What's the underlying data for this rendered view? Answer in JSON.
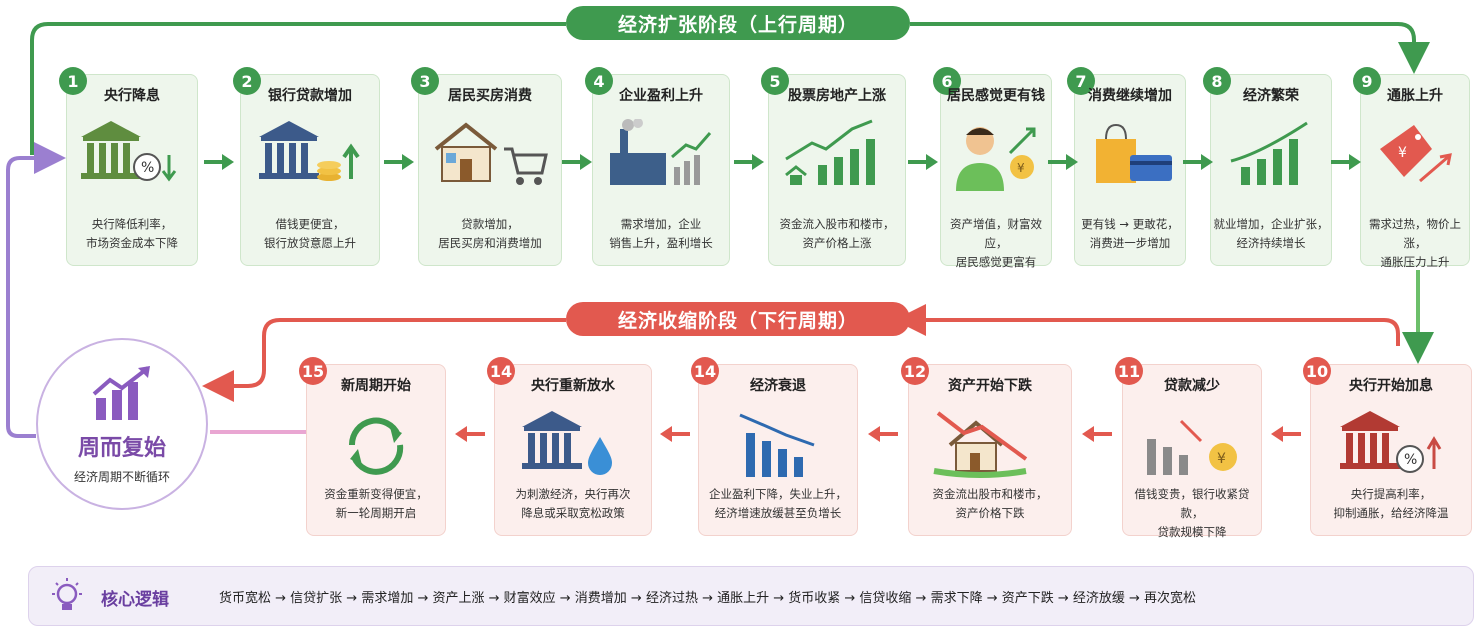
{
  "phases": {
    "up": "经济扩张阶段（上行周期）",
    "down": "经济收缩阶段（下行周期）"
  },
  "colors": {
    "green": "#3f9a4f",
    "red": "#e2594f",
    "purple": "#7a4aa7"
  },
  "up_cards": [
    {
      "num": "1",
      "title": "央行降息",
      "desc": "央行降低利率，\n市场资金成本下降",
      "icon": "bank-percent-down-icon"
    },
    {
      "num": "2",
      "title": "银行贷款增加",
      "desc": "借钱更便宜，\n银行放贷意愿上升",
      "icon": "bank-coins-up-icon"
    },
    {
      "num": "3",
      "title": "居民买房消费",
      "desc": "贷款增加，\n居民买房和消费增加",
      "icon": "house-cart-icon"
    },
    {
      "num": "4",
      "title": "企业盈利上升",
      "desc": "需求增加，企业\n销售上升，盈利增长",
      "icon": "factory-growth-icon"
    },
    {
      "num": "5",
      "title": "股票房地产上涨",
      "desc": "资金流入股市和楼市，\n资产价格上涨",
      "icon": "house-chart-up-icon"
    },
    {
      "num": "6",
      "title": "居民感觉更有钱",
      "desc": "资产增值，财富效应，\n居民感觉更富有",
      "icon": "person-money-icon"
    },
    {
      "num": "7",
      "title": "消费继续增加",
      "desc": "更有钱 → 更敢花，\n消费进一步增加",
      "icon": "shopping-bag-card-icon"
    },
    {
      "num": "8",
      "title": "经济繁荣",
      "desc": "就业增加，企业扩张，\n经济持续增长",
      "icon": "growth-chart-icon"
    },
    {
      "num": "9",
      "title": "通胀上升",
      "desc": "需求过热，物价上涨，\n通胀压力上升",
      "icon": "price-tag-up-icon"
    }
  ],
  "down_cards": [
    {
      "num": "10",
      "title": "央行开始加息",
      "desc": "央行提高利率，\n抑制通胀，给经济降温",
      "icon": "bank-percent-up-icon"
    },
    {
      "num": "11",
      "title": "贷款减少",
      "desc": "借钱变贵，银行收紧贷款，\n贷款规模下降",
      "icon": "chart-down-coin-icon"
    },
    {
      "num": "12",
      "title": "资产开始下跌",
      "desc": "资金流出股市和楼市，\n资产价格下跌",
      "icon": "house-chart-down-icon"
    },
    {
      "num": "14",
      "title": "经济衰退",
      "desc": "企业盈利下降，失业上升，\n经济增速放缓甚至负增长",
      "icon": "decline-chart-icon"
    },
    {
      "num": "14",
      "title": "央行重新放水",
      "desc": "为刺激经济，央行再次\n降息或采取宽松政策",
      "icon": "bank-water-drop-icon"
    },
    {
      "num": "15",
      "title": "新周期开始",
      "desc": "资金重新变得便宜，\n新一轮周期开启",
      "icon": "recycle-arrows-icon"
    }
  ],
  "cycle": {
    "title": "周而复始",
    "subtitle": "经济周期不断循环"
  },
  "core": {
    "label": "核心逻辑",
    "flow": "货币宽松 → 信贷扩张 → 需求增加 → 资产上涨 → 财富效应 → 消费增加 → 经济过热 → 通胀上升 → 货币收紧 → 信贷收缩 → 需求下降 → 资产下跌 → 经济放缓 → 再次宽松"
  }
}
